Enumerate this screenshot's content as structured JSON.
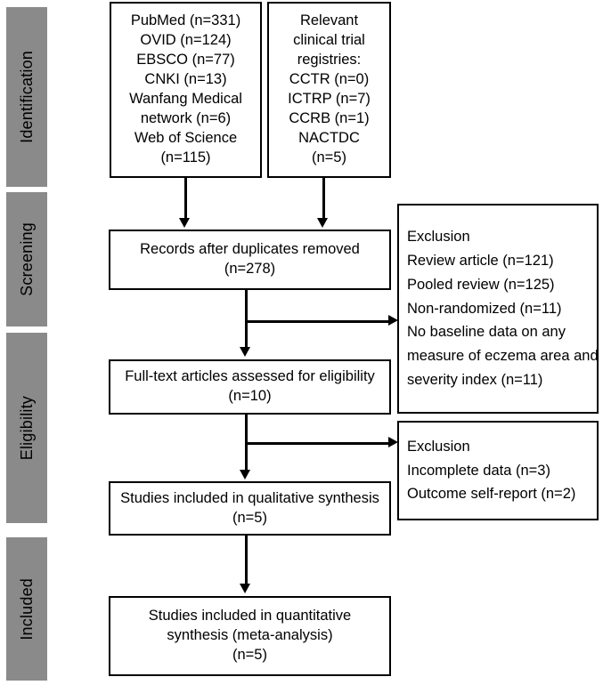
{
  "diagram": {
    "type": "prisma-flow-diagram",
    "accent_gray": "#8a8a8a",
    "line_color": "#000000",
    "background": "#ffffff"
  },
  "stages": [
    {
      "label": "Identification"
    },
    {
      "label": "Screening"
    },
    {
      "label": "Eligibility"
    },
    {
      "label": "Included"
    }
  ],
  "boxes": {
    "databases": {
      "lines": [
        "PubMed (n=331)",
        "OVID (n=124)",
        "EBSCO (n=77)",
        "CNKI (n=13)",
        "Wanfang Medical",
        "network (n=6)",
        "Web of Science",
        "(n=115)"
      ]
    },
    "registries": {
      "lines": [
        "Relevant",
        "clinical trial",
        "registries:",
        "CCTR (n=0)",
        "ICTRP (n=7)",
        "CCRB (n=1)",
        "NACTDC",
        "(n=5)"
      ]
    },
    "records_after_duplicates": {
      "lines": [
        "Records after duplicates removed",
        "(n=278)"
      ]
    },
    "exclusion_screening": {
      "lines": [
        "Exclusion",
        "Review article (n=121)",
        "Pooled review (n=125)",
        "Non-randomized (n=11)",
        "No baseline data on any",
        "measure of eczema area and",
        "severity index (n=11)"
      ]
    },
    "full_text_assessed": {
      "lines": [
        "Full-text articles assessed for eligibility",
        "(n=10)"
      ]
    },
    "exclusion_eligibility": {
      "lines": [
        "Exclusion",
        "Incomplete data (n=3)",
        "Outcome self-report (n=2)"
      ]
    },
    "qualitative_synthesis": {
      "lines": [
        "Studies included in qualitative synthesis",
        "(n=5)"
      ]
    },
    "quantitative_synthesis": {
      "lines": [
        "Studies included in quantitative",
        "synthesis (meta-analysis)",
        "(n=5)"
      ]
    }
  }
}
